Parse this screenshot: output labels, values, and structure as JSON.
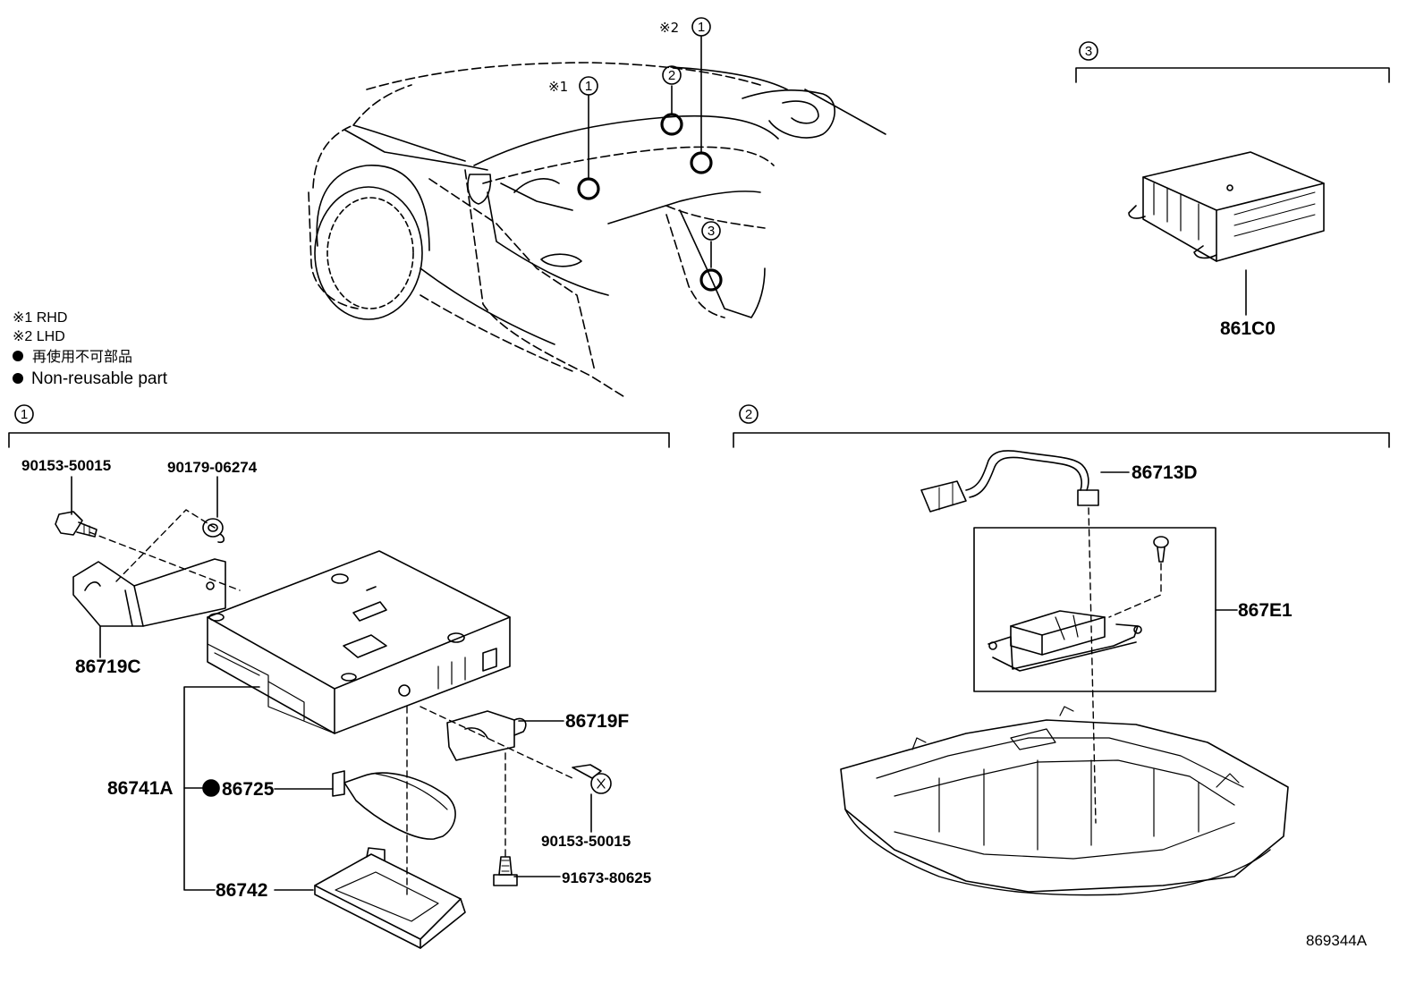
{
  "figure_id": "869344A",
  "legend": {
    "rhd": "※1 RHD",
    "lhd": "※2 LHD",
    "non_reusable_jp": "再使用不可部品",
    "non_reusable_en": "Non-reusable part"
  },
  "overview": {
    "callouts": [
      {
        "num": "1",
        "mark": "※1"
      },
      {
        "num": "2",
        "mark": ""
      },
      {
        "num": "1",
        "mark": "※2"
      },
      {
        "num": "3",
        "mark": ""
      }
    ]
  },
  "section1": {
    "num": "1",
    "parts": {
      "bolt_top": "90153-50015",
      "clip_top": "90179-06274",
      "bracket": "86719C",
      "bracket_f": "86719F",
      "assembly": "86741A",
      "battery": "86725",
      "cover": "86742",
      "bolt_right": "90153-50015",
      "screw_bottom": "91673-80625"
    }
  },
  "section2": {
    "num": "2",
    "parts": {
      "harness": "86713D",
      "module": "867E1"
    }
  },
  "section3": {
    "num": "3",
    "parts": {
      "ecu": "861C0"
    }
  },
  "colors": {
    "ink": "#000000",
    "paper": "#ffffff"
  }
}
